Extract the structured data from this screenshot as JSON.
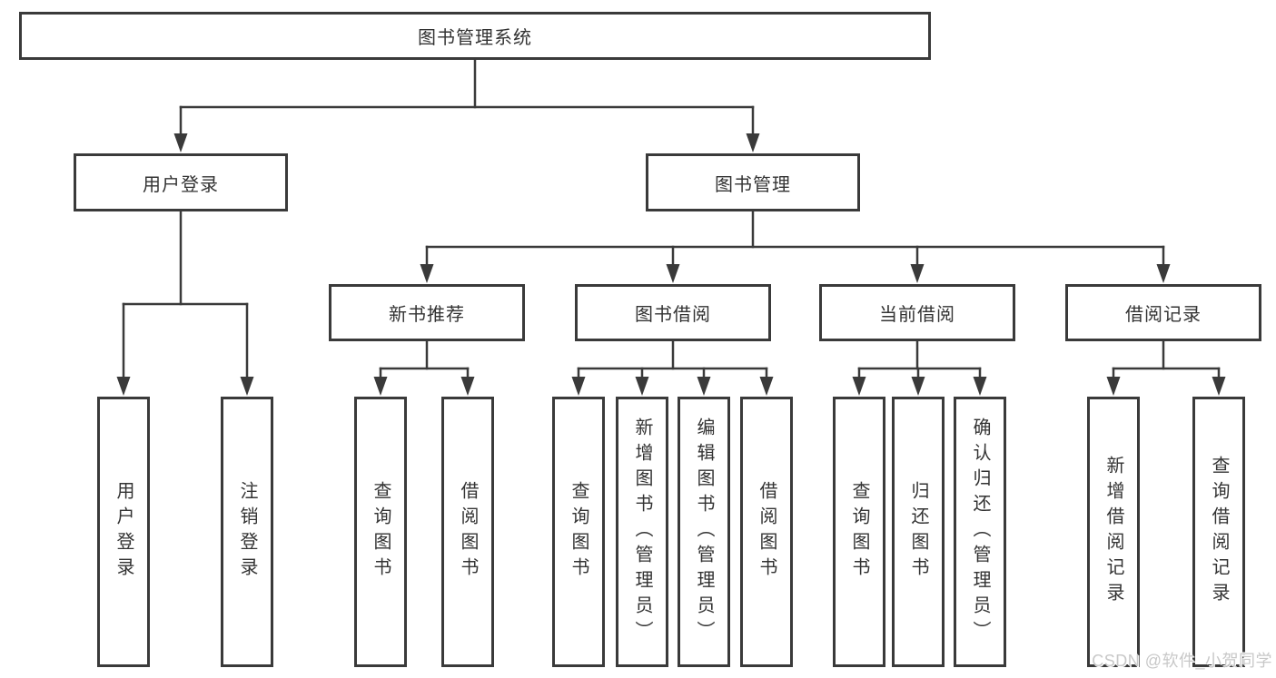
{
  "tree": {
    "root": "图书管理系统",
    "branches": [
      {
        "label": "用户登录",
        "children": [
          "用户登录",
          "注销登录"
        ]
      },
      {
        "label": "图书管理",
        "groups": [
          {
            "label": "新书推荐",
            "children": [
              "查询图书",
              "借阅图书"
            ]
          },
          {
            "label": "图书借阅",
            "children": [
              "查询图书",
              "新增图书（管理员）",
              "编辑图书（管理员）",
              "借阅图书"
            ]
          },
          {
            "label": "当前借阅",
            "children": [
              "查询图书",
              "归还图书",
              "确认归还（管理员）"
            ]
          },
          {
            "label": "借阅记录",
            "children": [
              "新增借阅记录",
              "查询借阅记录"
            ]
          }
        ]
      }
    ]
  },
  "watermark": {
    "text": "CSDN @软件_小贺同学"
  },
  "colors": {
    "line": "#3a3a3a",
    "text": "#333333",
    "watermark": "#c8c8c8",
    "background": "#ffffff"
  }
}
